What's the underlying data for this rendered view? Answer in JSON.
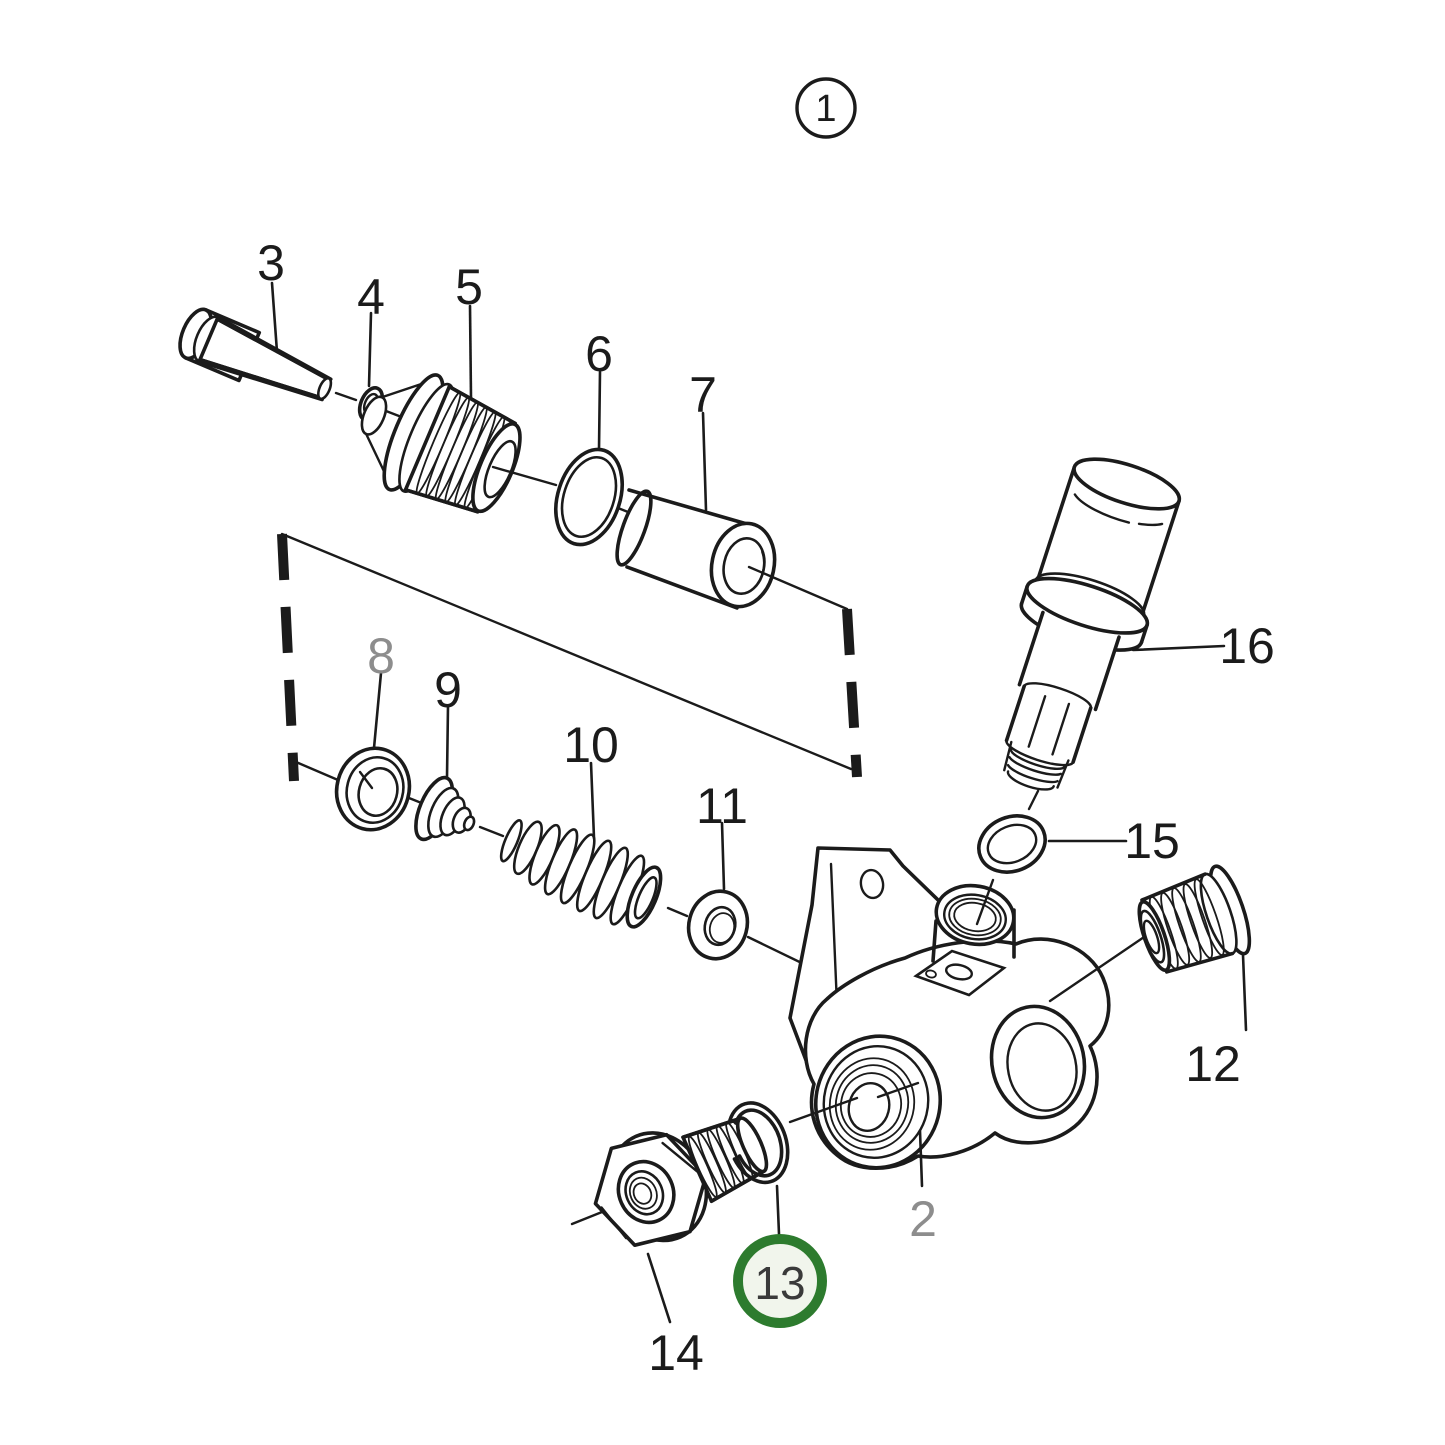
{
  "figure": {
    "background_color": "#ffffff",
    "line_color": "#1b1b1b",
    "muted_label_color": "#8d8d8d",
    "highlight_ring_color": "#2d7b2e",
    "highlight_fill_color": "#f1f5ec",
    "highlight_text_color": "#3a3a3a",
    "highlighted_callout": "13",
    "circled_assembly_callout": "1"
  },
  "callouts": {
    "c1": {
      "label": "1",
      "style": "circled"
    },
    "c2": {
      "label": "2",
      "style": "muted"
    },
    "c3": {
      "label": "3",
      "style": "normal"
    },
    "c4": {
      "label": "4",
      "style": "normal"
    },
    "c5": {
      "label": "5",
      "style": "normal"
    },
    "c6": {
      "label": "6",
      "style": "normal"
    },
    "c7": {
      "label": "7",
      "style": "normal"
    },
    "c8": {
      "label": "8",
      "style": "muted"
    },
    "c9": {
      "label": "9",
      "style": "normal"
    },
    "c10": {
      "label": "10",
      "style": "normal"
    },
    "c11": {
      "label": "11",
      "style": "normal"
    },
    "c12": {
      "label": "12",
      "style": "normal"
    },
    "c13": {
      "label": "13",
      "style": "highlighted"
    },
    "c14": {
      "label": "14",
      "style": "normal"
    },
    "c15": {
      "label": "15",
      "style": "normal"
    },
    "c16": {
      "label": "16",
      "style": "normal"
    }
  }
}
